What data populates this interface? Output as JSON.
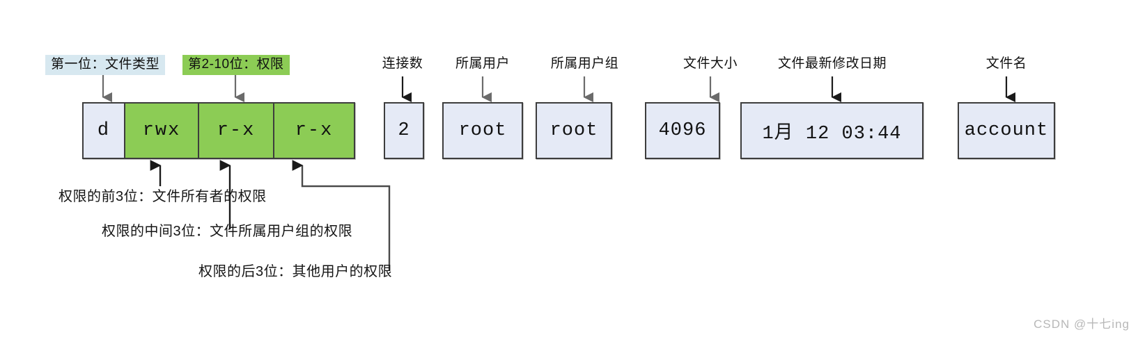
{
  "diagram": {
    "title": "ls -l long listing field breakdown",
    "legend_labels": [
      {
        "text": "第一位：文件类型",
        "style": "blue"
      },
      {
        "text": "第2-10位：权限",
        "style": "green"
      }
    ],
    "column_captions": [
      {
        "text": "连接数"
      },
      {
        "text": "所属用户"
      },
      {
        "text": "所属用户组"
      },
      {
        "text": "文件大小"
      },
      {
        "text": "文件最新修改日期"
      },
      {
        "text": "文件名"
      }
    ],
    "permission_cells": [
      {
        "value": "d",
        "kind": "file-type"
      },
      {
        "value": "rwx",
        "kind": "owner"
      },
      {
        "value": "r-x",
        "kind": "group"
      },
      {
        "value": "r-x",
        "kind": "other"
      }
    ],
    "field_boxes": [
      {
        "name": "link-count",
        "value": "2"
      },
      {
        "name": "owner-user",
        "value": "root"
      },
      {
        "name": "owner-group",
        "value": "root"
      },
      {
        "name": "file-size",
        "value": "4096"
      },
      {
        "name": "modify-date",
        "value": "1月  12 03:44"
      },
      {
        "name": "file-name",
        "value": "account"
      }
    ],
    "notes": [
      {
        "text": "权限的前3位：文件所有者的权限"
      },
      {
        "text": "权限的中间3位：文件所属用户组的权限"
      },
      {
        "text": "权限的后3位：其他用户的权限"
      }
    ],
    "watermark": "CSDN @十七ing",
    "colors": {
      "green": "#8ccc55",
      "blue_fill": "#e5eaf6",
      "legend_blue": "#d7e8f0",
      "border": "#3d3d3d",
      "arrow": "#6b6b6b",
      "arrow_dark": "#1a1a1a"
    }
  }
}
